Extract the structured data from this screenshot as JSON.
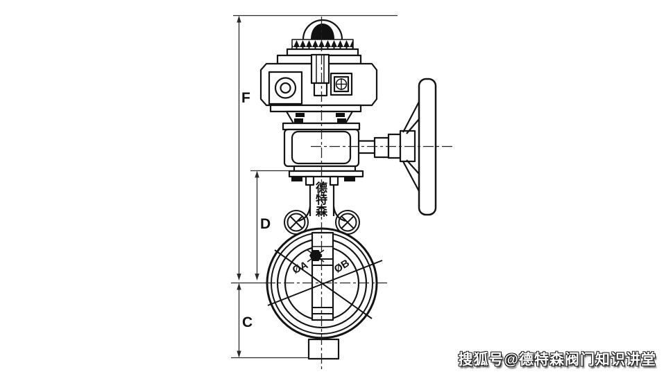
{
  "page": {
    "background": "#ffffff"
  },
  "drawing": {
    "type": "technical-drawing",
    "subject": "wafer butterfly valve with limit-switch box, worm gearbox operator and side handwheel",
    "dimension_labels": {
      "height_total": "F",
      "neck_height": "D",
      "center_to_bottom": "C",
      "disc_diameter": "ØA",
      "bore_diameter": "ØB"
    },
    "colors": {
      "line": "#141414",
      "dimension_line": "#2a2a2a",
      "fill": "#ffffff",
      "pin_fill": "#111111"
    }
  },
  "brand": {
    "chars": [
      "德",
      "特",
      "森"
    ]
  },
  "watermark": {
    "text": "搜狐号@德特森阀门知识讲堂",
    "color": "#ffffff",
    "shadow": "#1c1c1c"
  }
}
